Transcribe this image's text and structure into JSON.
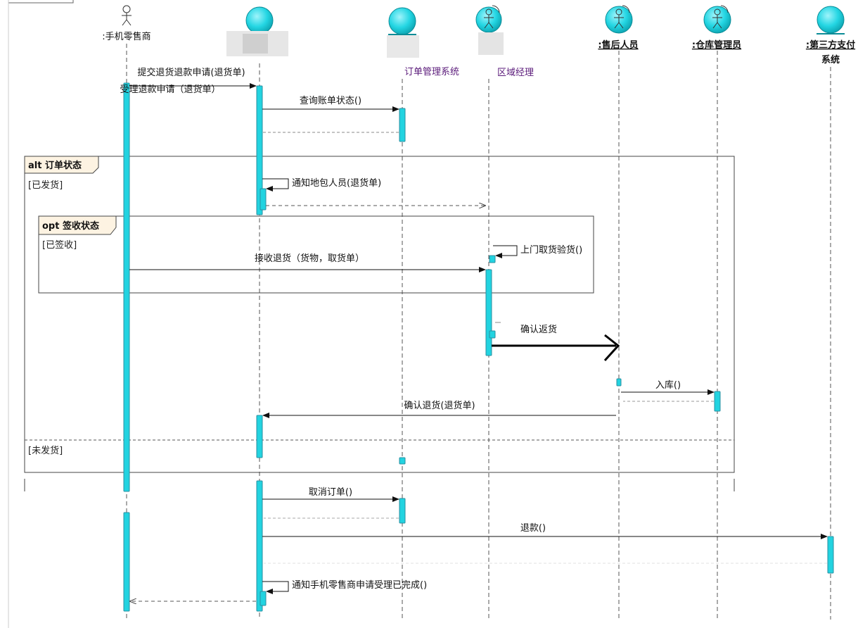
{
  "participants": [
    {
      "id": "p1",
      "type": "actor",
      "label": ":手机零售商",
      "bold": false
    },
    {
      "id": "p2",
      "type": "boundary",
      "label": "",
      "bold": false
    },
    {
      "id": "p3",
      "type": "entity",
      "label": "订单管理系统",
      "bold": false,
      "purple": true
    },
    {
      "id": "p4",
      "type": "worker",
      "label": "区域经理",
      "bold": false,
      "purple": true
    },
    {
      "id": "p5",
      "type": "worker",
      "label": ":售后人员",
      "bold": true
    },
    {
      "id": "p6",
      "type": "worker",
      "label": ":仓库管理员",
      "bold": true
    },
    {
      "id": "p7",
      "type": "entity",
      "label": ":第三方支付",
      "label2": "系统",
      "bold": true
    }
  ],
  "messages": {
    "m1": "提交退货退款申请(退货单)",
    "m2": "受理退款申请（退货单）",
    "m3": "查询账单状态()",
    "m4": "通知地包人员(退货单)",
    "m5": "上门取货验货()",
    "m6": "接收退货（货物，取货单）",
    "m7": "确认返货",
    "m8": "入库()",
    "m9": "确认退货(退货单)",
    "m10": "取消订单()",
    "m11": "退款()",
    "m12": "通知手机零售商申请受理已完成()"
  },
  "frames": {
    "alt_title": "alt 订单状态",
    "alt_guard1": "[已发货]",
    "alt_guard2": "[未发货]",
    "opt_title": "opt 签收状态",
    "opt_guard": "[已签收]"
  },
  "colors": {
    "lifeline_fill": "#22d3e0",
    "lifeline_stroke": "#2a8fa0",
    "frame_tab": "#fdf3e2",
    "text_purple": "#5a1a7a"
  }
}
